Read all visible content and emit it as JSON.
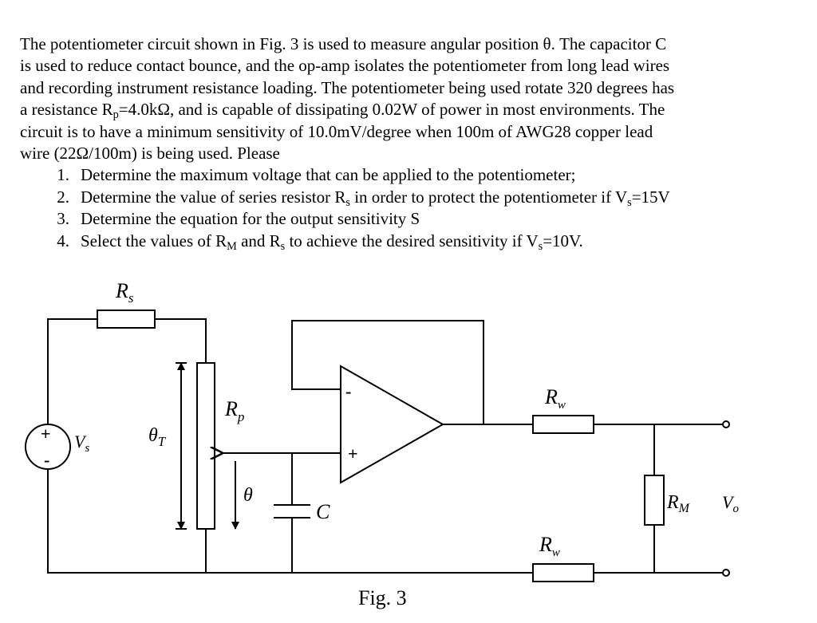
{
  "problem": {
    "intro_lines": [
      "The potentiometer circuit shown in Fig. 3 is used to measure angular position θ. The capacitor C",
      "is used to reduce contact bounce, and the op-amp isolates the potentiometer from long lead wires",
      "and recording instrument resistance loading. The potentiometer being used rotate 320 degrees has",
      "circuit is to have a minimum sensitivity of 10.0mV/degree when 100m of AWG28 copper lead",
      "wire (22Ω/100m) is being used. Please"
    ],
    "rp_line": {
      "before": "a resistance R",
      "sub": "p",
      "after": "=4.0kΩ, and is capable of dissipating 0.02W of power in most environments. The"
    },
    "tasks": [
      {
        "num": "1.",
        "text": "Determine the maximum voltage that can be applied to the potentiometer;"
      },
      {
        "num": "2.",
        "text_a": "Determine the value of series resistor R",
        "sub_a": "s",
        "text_b": " in order to protect the potentiometer if V",
        "sub_b": "s",
        "text_c": "=15V"
      },
      {
        "num": "3.",
        "text": "Determine the equation for the output sensitivity S"
      },
      {
        "num": "4.",
        "text_a": "Select  the values of R",
        "sub_a": "M",
        "text_b": " and R",
        "sub_b": "s",
        "text_c": " to achieve the desired sensitivity if V",
        "sub_c": "s",
        "text_d": "=10V."
      }
    ]
  },
  "circuit": {
    "rs_label": "R",
    "rs_sub": "s",
    "vs_label": "V",
    "vs_sub": "s",
    "plus_sign": "+",
    "minus_sign": "-",
    "theta_t_label": "θ",
    "theta_t_sub": "T",
    "rp_label": "R",
    "rp_sub": "p",
    "theta_label": "θ",
    "c_label": "C",
    "opamp_minus": "-",
    "opamp_plus": "+",
    "rw_label": "R",
    "rw_sub": "w",
    "rm_label": "R",
    "rm_sub": "M",
    "vo_label": "V",
    "vo_sub": "o"
  },
  "caption": "Fig. 3"
}
